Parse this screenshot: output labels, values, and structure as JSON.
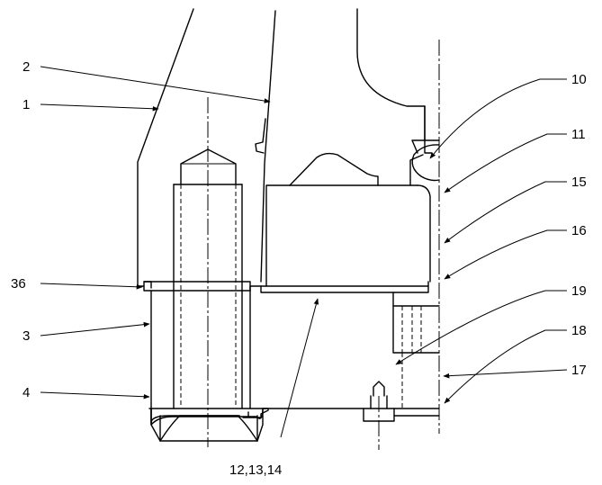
{
  "callouts": {
    "c1": "1",
    "c2": "2",
    "c3": "3",
    "c4": "4",
    "c10": "10",
    "c11": "11",
    "c12": "12,13,14",
    "c15": "15",
    "c16": "16",
    "c17": "17",
    "c18": "18",
    "c19": "19",
    "c36": "36"
  }
}
